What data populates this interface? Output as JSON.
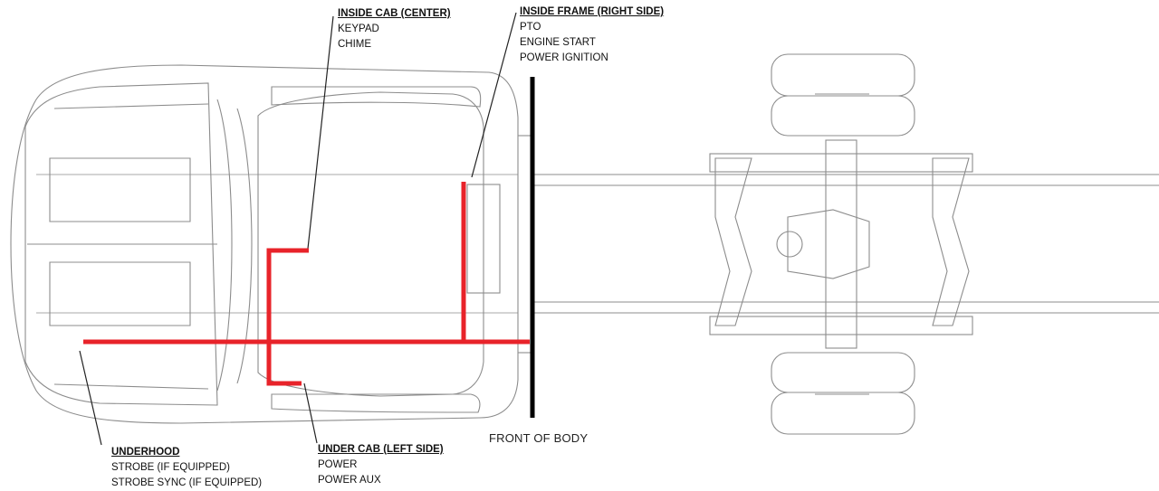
{
  "colors": {
    "harness": "#e8232a",
    "body_line": "#000000",
    "drawing": "#8c8c8c"
  },
  "callouts": {
    "inside_cab": {
      "heading": "INSIDE CAB (CENTER)",
      "lines": [
        "KEYPAD",
        "CHIME"
      ]
    },
    "inside_frame": {
      "heading": "INSIDE FRAME (RIGHT SIDE)",
      "lines": [
        "PTO",
        "ENGINE START",
        "POWER IGNITION"
      ]
    },
    "underhood": {
      "heading": "UNDERHOOD",
      "lines": [
        "STROBE (IF EQUIPPED)",
        "STROBE SYNC (IF EQUIPPED)"
      ]
    },
    "under_cab": {
      "heading": "UNDER CAB (LEFT SIDE)",
      "lines": [
        "POWER",
        "POWER AUX"
      ]
    }
  },
  "front_of_body_label": "FRONT OF BODY"
}
